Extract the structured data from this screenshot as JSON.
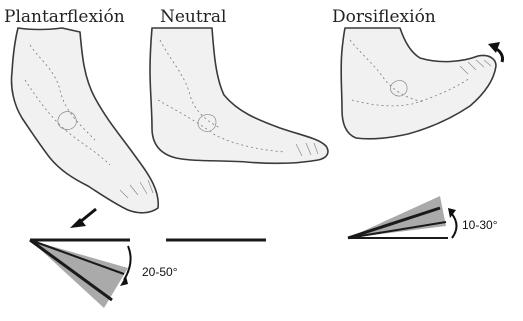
{
  "panels": [
    {
      "id": "plantarflexion",
      "label": "Plantarflexión",
      "angle_label": "20-50°",
      "range_deg": [
        20,
        50
      ],
      "direction": "down"
    },
    {
      "id": "neutral",
      "label": "Neutral",
      "angle_label": "",
      "range_deg": [
        0,
        0
      ],
      "direction": "none"
    },
    {
      "id": "dorsiflexion",
      "label": "Dorsiflexión",
      "angle_label": "10-30°",
      "range_deg": [
        10,
        30
      ],
      "direction": "up"
    }
  ],
  "colors": {
    "line": "#1a1a1a",
    "wedge": "#aaaaaa",
    "foot_fill": "#f1f1f1"
  },
  "icons": [
    "down-arrow-icon",
    "curved-up-arrow-icon",
    "arc-arrow-icon"
  ]
}
